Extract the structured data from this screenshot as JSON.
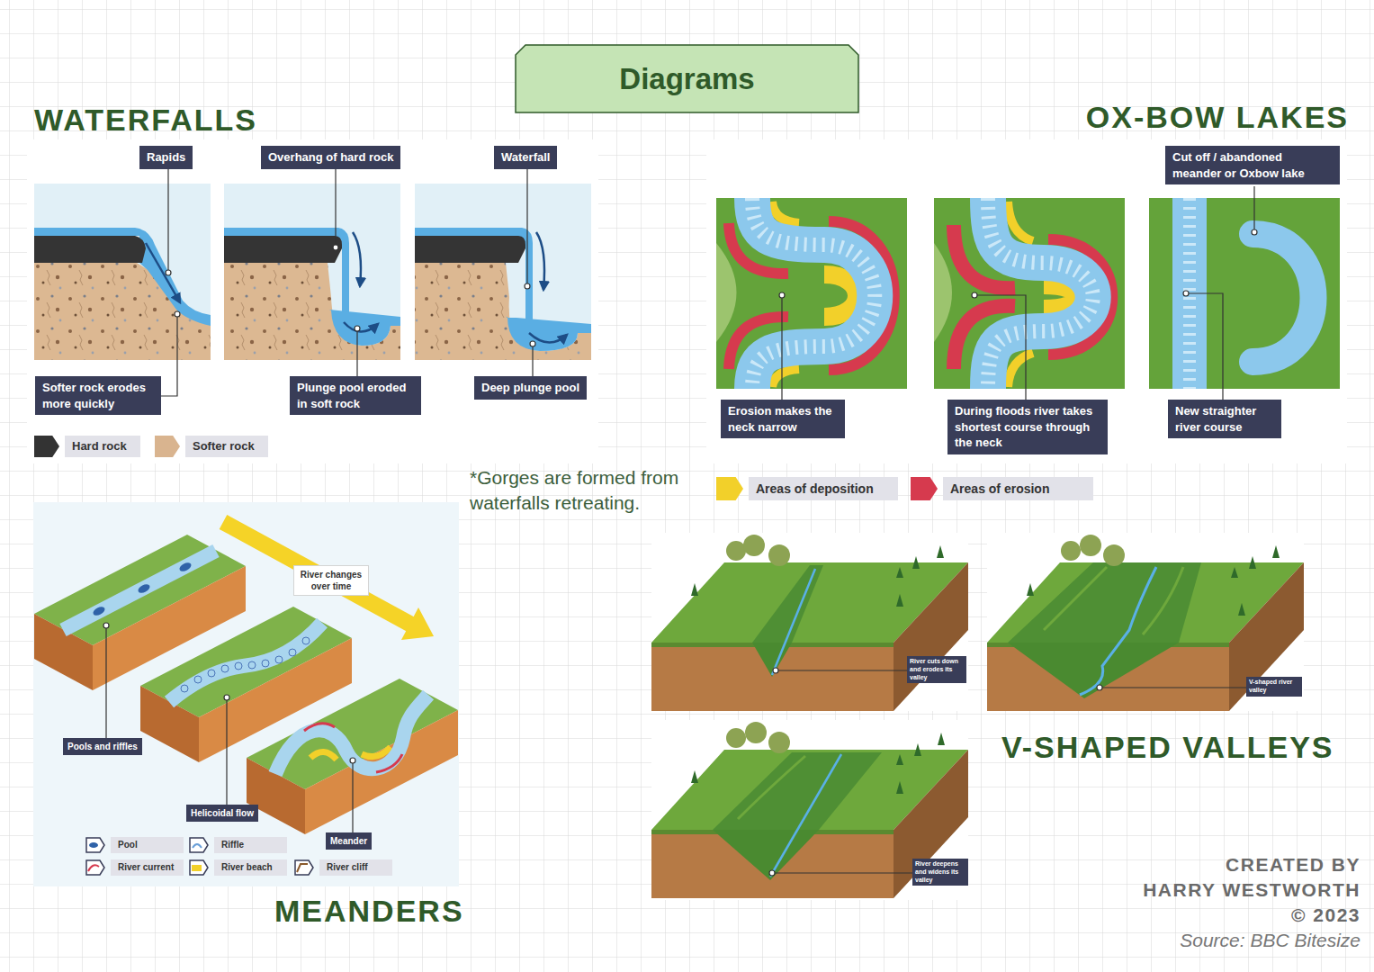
{
  "diagram": {
    "title": "Diagrams",
    "nodes": [
      {
        "text": [
          "Rapids"
        ]
      },
      {
        "text": [
          "Overhang of hard rock"
        ]
      },
      {
        "text": [
          "Waterfall"
        ]
      },
      {
        "text": [
          "Cut off / abandoned meander or Oxbow lake"
        ]
      },
      {
        "text": [
          "Softer rock erodes more quickly"
        ]
      },
      {
        "text": [
          "Plunge pool eroded in soft rock"
        ]
      },
      {
        "text": [
          "Deep plunge pool"
        ]
      },
      {
        "text": [
          "Erosion makes the neck narrow"
        ]
      },
      {
        "text": [
          "During floods river takes shortest course through the neck"
        ]
      },
      {
        "text": [
          "New straighter river course"
        ]
      },
      {
        "text": [
          "River changes over time"
        ]
      },
      {
        "text": [
          "Pools and riffles"
        ]
      },
      {
        "text": [
          "River cuts down and erodes its valley"
        ]
      },
      {
        "text": [
          "V-shaped river valley"
        ]
      },
      {
        "text": [
          "Helicoidal flow"
        ]
      },
      {
        "text": [
          "Meander"
        ]
      },
      {
        "text": [
          "River deepens and widens its valley"
        ]
      }
    ],
    "labels": [
      "WATERFALLS",
      "OX-BOW LAKES",
      "*Gorges are formed from waterfalls retreating.",
      "V-SHAPED VALLEYS",
      "MEANDERS",
      "CREATED BY",
      "HARRY WESTWORTH",
      "© 2023",
      "Source: BBC Bitesize"
    ],
    "legend": [
      {
        "text": "Hard rock",
        "color": "#333333"
      },
      {
        "text": "Softer rock",
        "color": "#d9b48f"
      },
      {
        "text": "Areas of deposition",
        "color": "#f2d02a"
      },
      {
        "text": "Areas of erosion",
        "color": "#d63a4e"
      },
      {
        "text": "Pool"
      },
      {
        "text": "Riffle"
      },
      {
        "text": "River current"
      },
      {
        "text": "River beach"
      },
      {
        "text": "River cliff"
      }
    ]
  }
}
